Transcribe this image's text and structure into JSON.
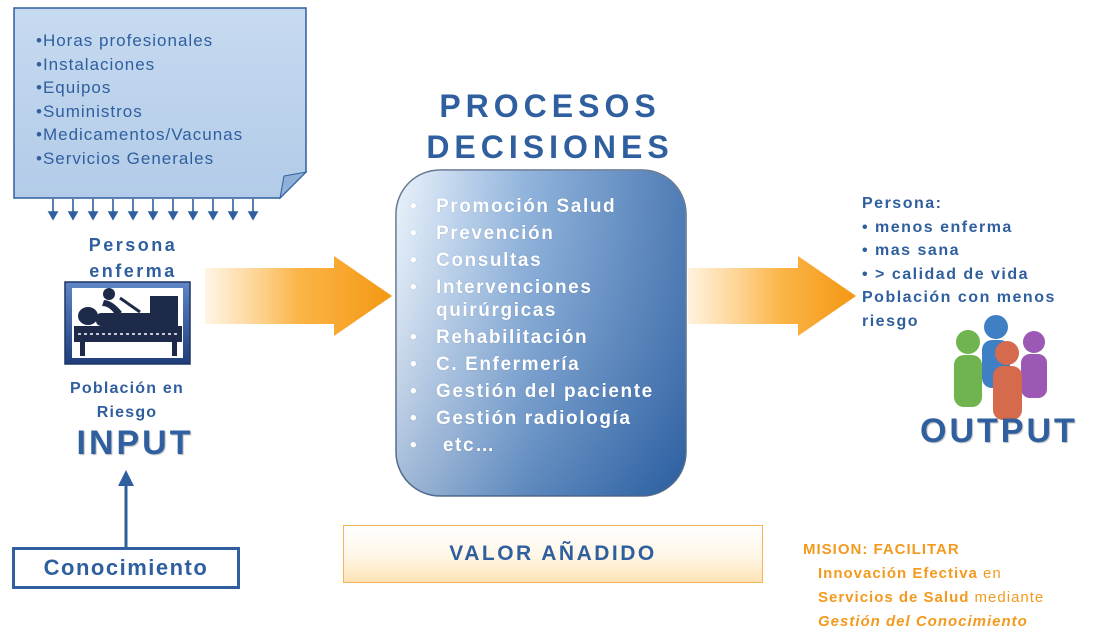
{
  "resources": {
    "items": [
      "•Horas profesionales",
      "•Instalaciones",
      "•Equipos",
      "•Suministros",
      "•Medicamentos/Vacunas",
      "•Servicios Generales"
    ]
  },
  "input": {
    "persona_line1": "Persona",
    "persona_line2": "enferma",
    "poblacion_line1": "Población en",
    "poblacion_line2": "Riesgo",
    "title": "INPUT"
  },
  "conocimiento": {
    "label": "Conocimiento"
  },
  "procesos": {
    "title_line1": "PROCESOS",
    "title_line2": "DECISIONES",
    "bullet": "•",
    "items": [
      {
        "text": "Promoción Salud"
      },
      {
        "text": "Prevención"
      },
      {
        "text": "Consultas"
      },
      {
        "text": "Intervenciones quirúrgicas"
      },
      {
        "text": "Rehabilitación"
      },
      {
        "text": "C. Enfermería"
      },
      {
        "text": "Gestión del paciente"
      },
      {
        "text": "Gestión radiología"
      },
      {
        "text": " etc…"
      }
    ]
  },
  "valor": {
    "label": "VALOR AÑADIDO"
  },
  "output": {
    "persona_label": "Persona:",
    "bullets": [
      "• menos enferma",
      "• mas sana",
      "• > calidad de vida"
    ],
    "poblacion_line1": "Población con menos",
    "poblacion_line2": "riesgo",
    "title": "OUTPUT"
  },
  "mision": {
    "title": "MISION: FACILITAR",
    "line1_bold": "Innovación Efectiva",
    "line1_rest": " en",
    "line2_bold": "Servicios de Salud",
    "line2_rest": " mediante",
    "line3": "Gestión del Conocimiento"
  },
  "colors": {
    "primary_blue": "#2f5f9e",
    "arrow_orange": "#f7a024",
    "mision_orange": "#f39a1e",
    "note_fill": "#bcd3ec"
  },
  "icons": {
    "patient_image": "patient-on-bed-icon",
    "people_group": "people-group-icon"
  }
}
